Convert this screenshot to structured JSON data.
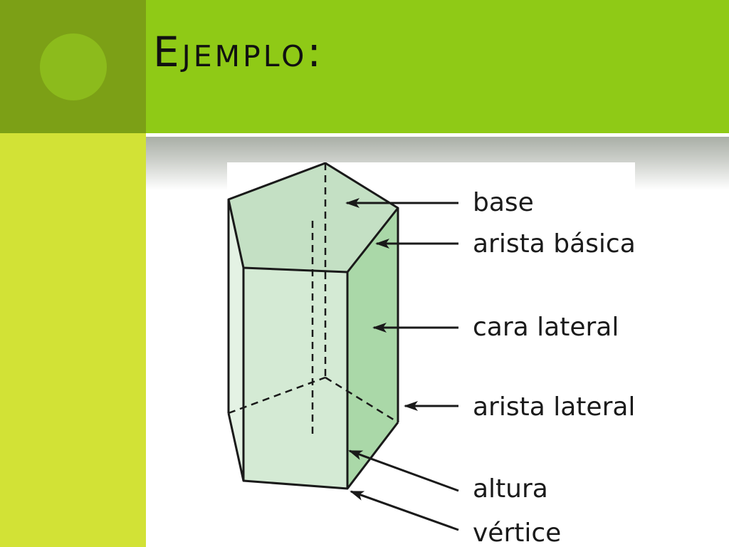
{
  "slide": {
    "title": "Ejemplo:"
  },
  "colors": {
    "corner": "#7ca016",
    "side_strip": "#d2e236",
    "header": "#8fca16",
    "circle": "#8cbb1c",
    "face_top": "#c4e0c4",
    "face_front": "#d4ead4",
    "face_right": "#aad8a8",
    "face_left": "#e4f2e4",
    "edge": "#1a1a1a"
  },
  "diagram": {
    "labels": {
      "base": "base",
      "arista_basica": "arista básica",
      "cara_lateral": "cara lateral",
      "arista_lateral": "arista lateral",
      "altura": "altura",
      "vertice": "vértice"
    }
  }
}
